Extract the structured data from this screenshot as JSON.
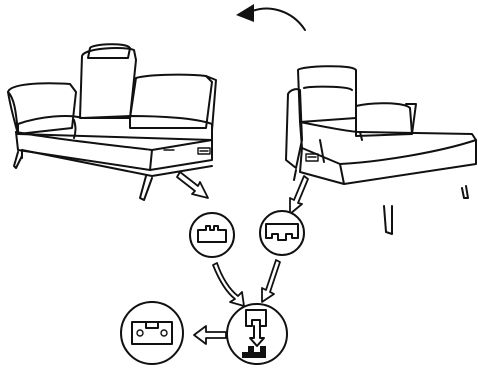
{
  "instruction": {
    "steps": [
      {
        "icon": "sofa-left-section"
      },
      {
        "icon": "chaise-right-section"
      },
      {
        "icon": "bracket-male-connector"
      },
      {
        "icon": "bracket-female-connector"
      },
      {
        "icon": "bracket-joining-slot"
      },
      {
        "icon": "bracket-locked-connector"
      }
    ],
    "arrows": [
      "curved-rotate-arrow",
      "flow-arrow"
    ],
    "colors": {
      "ink": "#111111",
      "paper": "#ffffff"
    }
  }
}
